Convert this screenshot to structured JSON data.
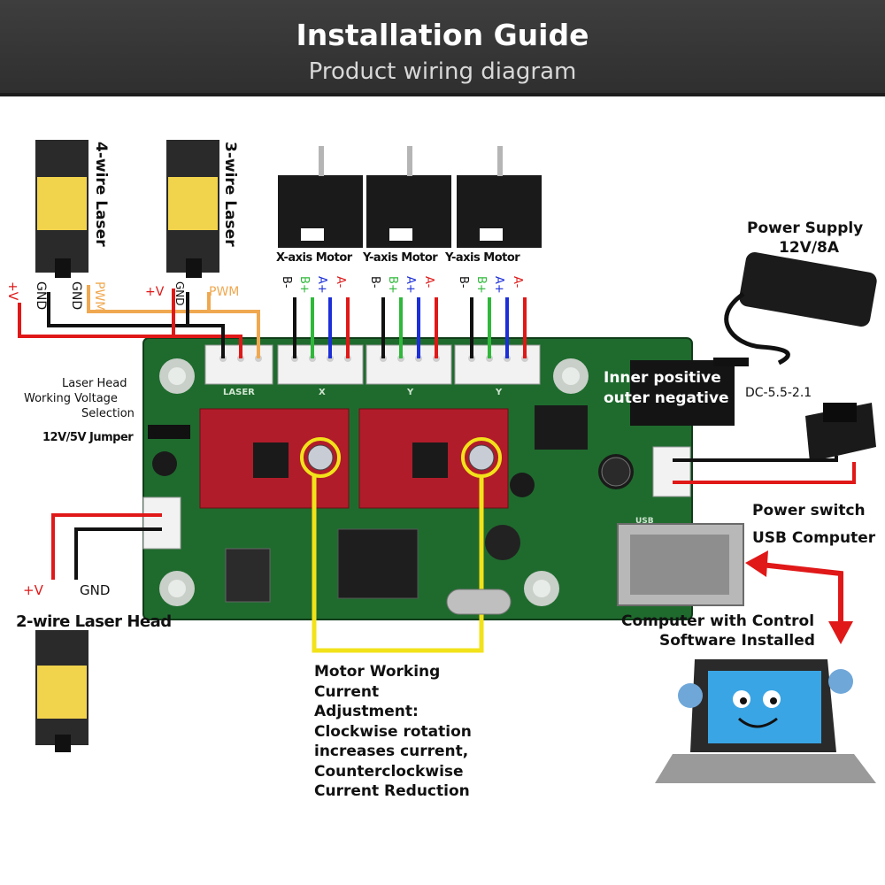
{
  "header": {
    "title": "Installation Guide",
    "subtitle": "Product wiring diagram"
  },
  "lasers": {
    "four_wire": "4-wire Laser",
    "three_wire": "3-wire Laser",
    "two_wire_head": "2-wire Laser Head"
  },
  "pins": {
    "plus_v": "+V",
    "gnd": "GND",
    "pwm": "PWM",
    "b_minus": "B-",
    "b_plus": "B+",
    "a_plus": "A+",
    "a_minus": "A-"
  },
  "motors": [
    "X-axis Motor",
    "Y-axis Motor",
    "Y-axis Motor"
  ],
  "voltage_selection": {
    "line1": "Laser Head",
    "line2": "Working Voltage",
    "line3": "Selection",
    "jumper": "12V/5V Jumper"
  },
  "power_supply": {
    "title": "Power Supply",
    "rating": "12V/8A",
    "connector": "DC-5.5-2.1",
    "polarity1": "Inner positive",
    "polarity2": "outer negative"
  },
  "switch": "Power switch",
  "usb": "USB Computer",
  "computer": {
    "line1": "Computer with Control",
    "line2": "Software Installed"
  },
  "adjustment": {
    "lines": [
      "Motor Working",
      "Current",
      "Adjustment:",
      "Clockwise rotation",
      "increases current,",
      "Counterclockwise",
      "Current Reduction"
    ]
  },
  "board_labels": {
    "laser": "LASER",
    "x": "X",
    "y": "Y",
    "usb": "USB"
  },
  "colors": {
    "board": "#1f6b2e",
    "driver": "#b01c2a",
    "highlight": "#f2e21a",
    "wire_red": "#e01818",
    "wire_black": "#111111",
    "wire_orange": "#f0a850",
    "wire_green": "#2fb83a",
    "wire_blue": "#1c2fd8"
  }
}
